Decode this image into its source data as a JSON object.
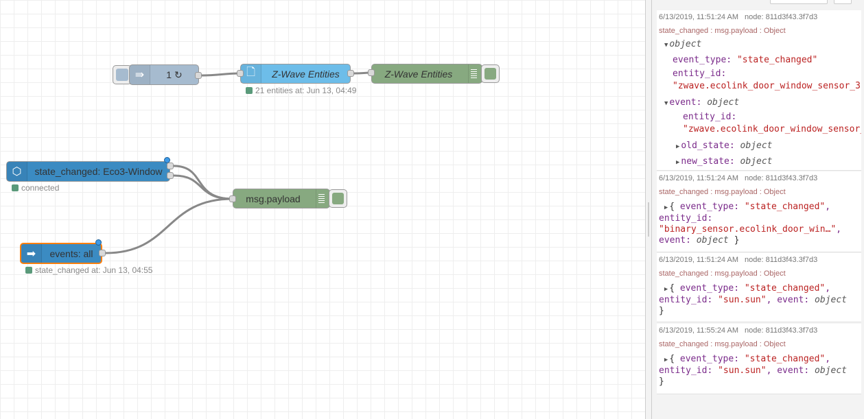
{
  "flow": {
    "inject": {
      "label": "1 ↻",
      "icon": "arrow-right-icon"
    },
    "zwave_node": {
      "label": "Z-Wave Entities",
      "status": "21 entities at: Jun 13, 04:49"
    },
    "zwave_debug": {
      "label": "Z-Wave Entities"
    },
    "state_node": {
      "label": "state_changed: Eco3-Window",
      "status": "connected"
    },
    "events_node": {
      "label": "events: all",
      "status": "state_changed at: Jun 13, 04:55"
    },
    "payload_debug": {
      "label": "msg.payload"
    },
    "colors": {
      "blue_light": "#6dbde9",
      "blue": "#3b8bc2",
      "debug_green": "#87a980",
      "inject_grey": "#a6bbcf",
      "selected_orange": "#ff7f0e"
    }
  },
  "debug": {
    "messages": [
      {
        "time": "6/13/2019, 11:51:24 AM",
        "node": "node: 811d3f43.3f7d3",
        "topic": "state_changed : msg.payload : Object",
        "root": "object",
        "k1": "event_type",
        "v1": "\"state_changed\"",
        "k2": "entity_id",
        "v2": "\"zwave.ecolink_door_window_sensor_3\"",
        "k3": "event",
        "v3": "object",
        "k4": "entity_id",
        "v4": "\"zwave.ecolink_door_window_sensor_",
        "k5": "old_state",
        "v5": "object",
        "k6": "new_state",
        "v6": "object"
      },
      {
        "time": "6/13/2019, 11:51:24 AM",
        "node": "node: 811d3f43.3f7d3",
        "topic": "state_changed : msg.payload : Object",
        "k1": "event_type",
        "v1": "\"state_changed\"",
        "k2": "entity_id",
        "v2": "\"binary_sensor.ecolink_door_win…\"",
        "k3": "event",
        "v3": "object"
      },
      {
        "time": "6/13/2019, 11:51:24 AM",
        "node": "node: 811d3f43.3f7d3",
        "topic": "state_changed : msg.payload : Object",
        "k1": "event_type",
        "v1": "\"state_changed\"",
        "k2": "entity_id",
        "v2": "\"sun.sun\"",
        "k3": "event",
        "v3": "object"
      },
      {
        "time": "6/13/2019, 11:55:24 AM",
        "node": "node: 811d3f43.3f7d3",
        "topic": "state_changed : msg.payload : Object",
        "k1": "event_type",
        "v1": "\"state_changed\"",
        "k2": "entity_id",
        "v2": "\"sun.sun\"",
        "k3": "event",
        "v3": "object"
      }
    ]
  }
}
